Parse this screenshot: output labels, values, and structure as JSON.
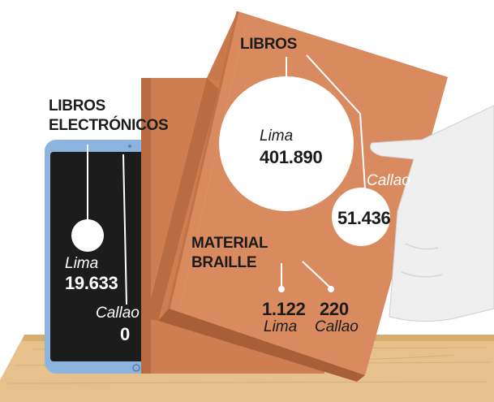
{
  "ebooks": {
    "title_line1": "LIBROS",
    "title_line2": "ELECTRÓNICOS",
    "lima_label": "Lima",
    "lima_value": "19.633",
    "callao_label": "Callao",
    "callao_value": "0"
  },
  "books": {
    "title": "LIBROS",
    "lima_label": "Lima",
    "lima_value": "401.890",
    "callao_label": "Callao",
    "callao_value": "51.436"
  },
  "braille": {
    "title_line1": "MATERIAL",
    "title_line2": "BRAILLE",
    "lima_value": "1.122",
    "lima_label": "Lima",
    "callao_value": "220",
    "callao_label": "Callao"
  },
  "colors": {
    "book": "#d98a5e",
    "book_dark": "#b86a40",
    "tablet_frame": "#8fb6e0",
    "tablet_screen": "#1c1c1c",
    "shelf": "#e8c48e",
    "glove": "#f1f1f1"
  }
}
